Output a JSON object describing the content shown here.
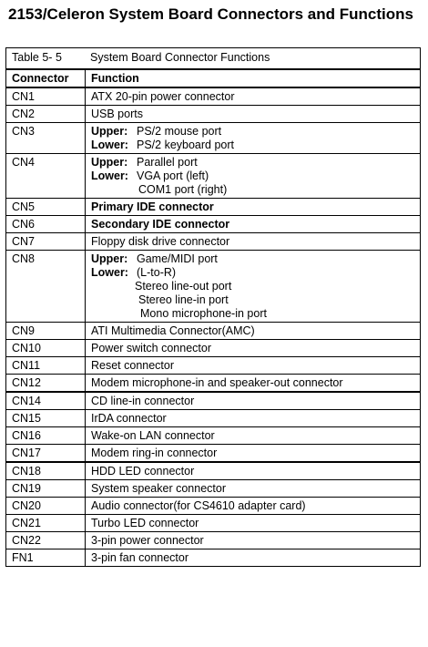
{
  "title": "2153/Celeron System Board Connectors and Functions",
  "table": {
    "caption_label": "Table 5- 5",
    "caption_text": "System Board Connector Functions",
    "headers": [
      "Connector",
      "Function"
    ],
    "rows": [
      {
        "conn": "CN1",
        "func": "ATX 20-pin power connector"
      },
      {
        "conn": "CN2",
        "func": "USB ports"
      },
      {
        "conn": "CN3",
        "upper_label": "Upper:",
        "upper": "PS/2 mouse port",
        "lower_label": "Lower:",
        "lower": "PS/2 keyboard port"
      },
      {
        "conn": "CN4",
        "upper_label": "Upper:",
        "upper": "Parallel port",
        "lower_label": "Lower:",
        "lower": "VGA port (left)",
        "extra": "COM1 port (right)"
      },
      {
        "conn": "CN5",
        "func": "Primary IDE connector"
      },
      {
        "conn": "CN6",
        "func": "Secondary IDE connector"
      },
      {
        "conn": "CN7",
        "func": "Floppy disk drive connector"
      },
      {
        "conn": "CN8",
        "upper_label": "Upper:",
        "upper": "Game/MIDI port",
        "lower_label": "Lower:",
        "lower": "(L-to-R)",
        "extra1": "Stereo line-out port",
        "extra2": "Stereo line-in port",
        "extra3": "Mono microphone-in port"
      },
      {
        "conn": "CN9",
        "func": "ATI Multimedia Connector(AMC)"
      },
      {
        "conn": "CN10",
        "func": "Power switch connector"
      },
      {
        "conn": "CN11",
        "func": "Reset connector"
      },
      {
        "conn": "CN12",
        "func": "Modem microphone-in and speaker-out connector"
      },
      {
        "conn": "CN14",
        "func": "CD line-in connector"
      },
      {
        "conn": "CN15",
        "func": "IrDA connector"
      },
      {
        "conn": "CN16",
        "func": "Wake-on LAN connector"
      },
      {
        "conn": "CN17",
        "func": "Modem ring-in connector"
      },
      {
        "conn": "CN18",
        "func": "HDD LED connector"
      },
      {
        "conn": "CN19",
        "func": "System speaker connector"
      },
      {
        "conn": "CN20",
        "func": "Audio connector(for CS4610 adapter card)"
      },
      {
        "conn": "CN21",
        "func": "Turbo LED connector"
      },
      {
        "conn": "CN22",
        "func": "3-pin power connector"
      },
      {
        "conn": "FN1",
        "func": "3-pin fan connector"
      }
    ]
  }
}
